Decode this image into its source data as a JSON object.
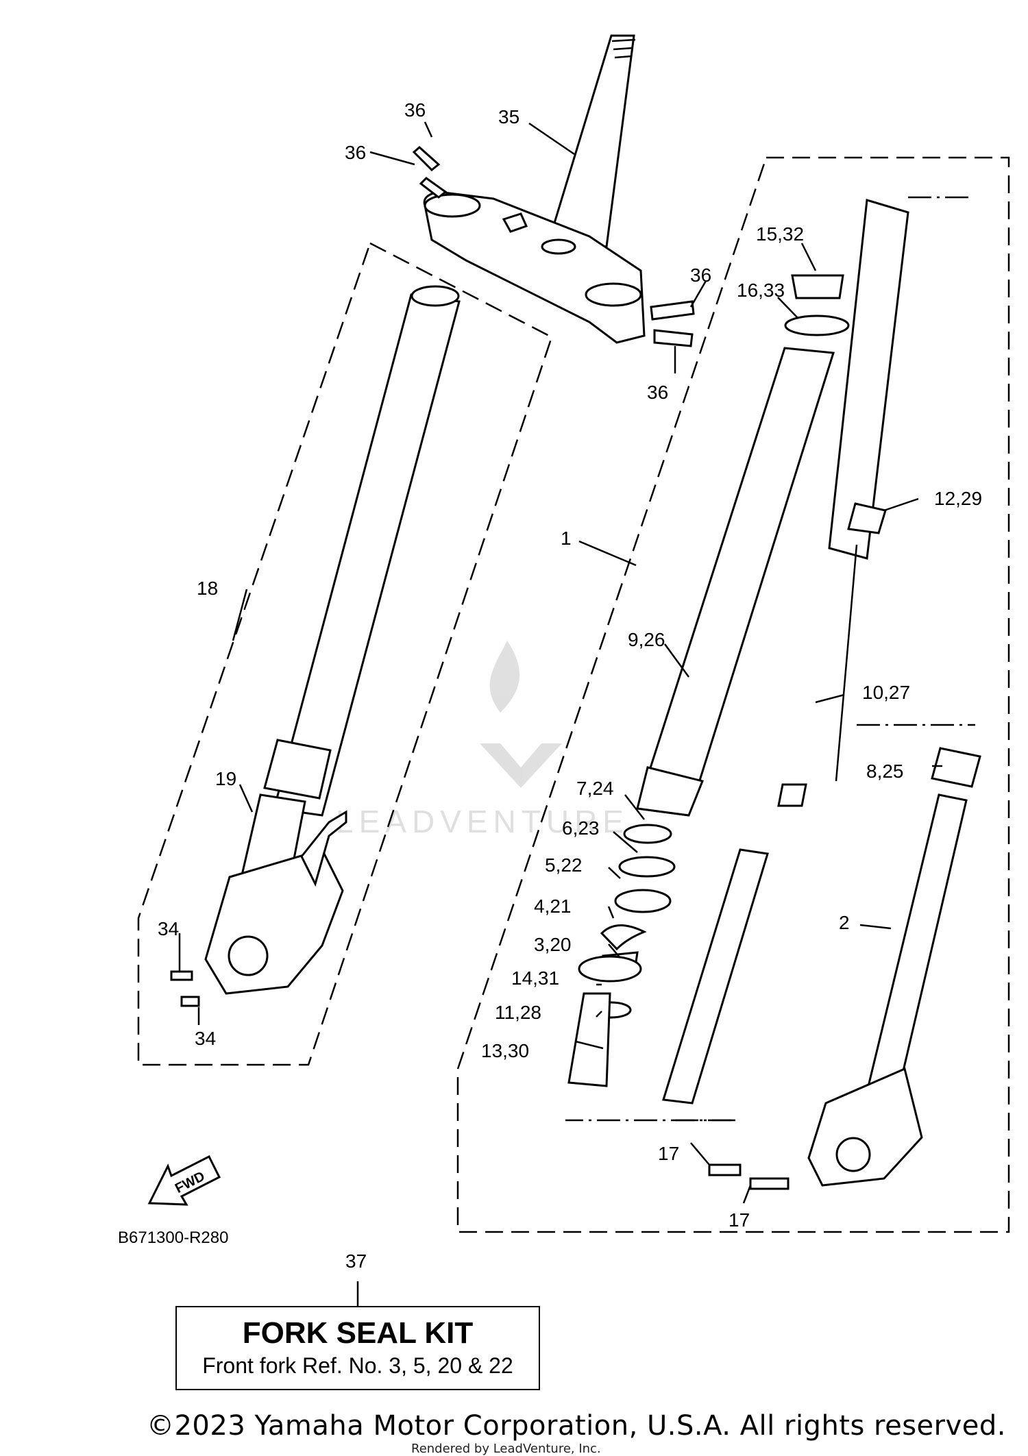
{
  "callouts": {
    "c35": "35",
    "c36a": "36",
    "c36b": "36",
    "c36c": "36",
    "c36d": "36",
    "c15_32": "15,32",
    "c16_33": "16,33",
    "c12_29": "12,29",
    "c1": "1",
    "c18": "18",
    "c9_26": "9,26",
    "c10_27": "10,27",
    "c8_25": "8,25",
    "c7_24": "7,24",
    "c19": "19",
    "c6_23": "6,23",
    "c5_22": "5,22",
    "c4_21": "4,21",
    "c3_20": "3,20",
    "c2": "2",
    "c34a": "34",
    "c34b": "34",
    "c14_31": "14,31",
    "c11_28": "11,28",
    "c13_30": "13,30",
    "c17a": "17",
    "c17b": "17",
    "c37": "37"
  },
  "fwd_label": "FWD",
  "diagram_code": "B671300-R280",
  "kit": {
    "title": "FORK SEAL KIT",
    "description": "Front fork Ref. No. 3, 5, 20 & 22"
  },
  "watermark": "LEADVENTURE",
  "copyright": "©2023 Yamaha Motor Corporation, U.S.A. All rights reserved.",
  "rendered_by": "Rendered by LeadVenture, Inc."
}
